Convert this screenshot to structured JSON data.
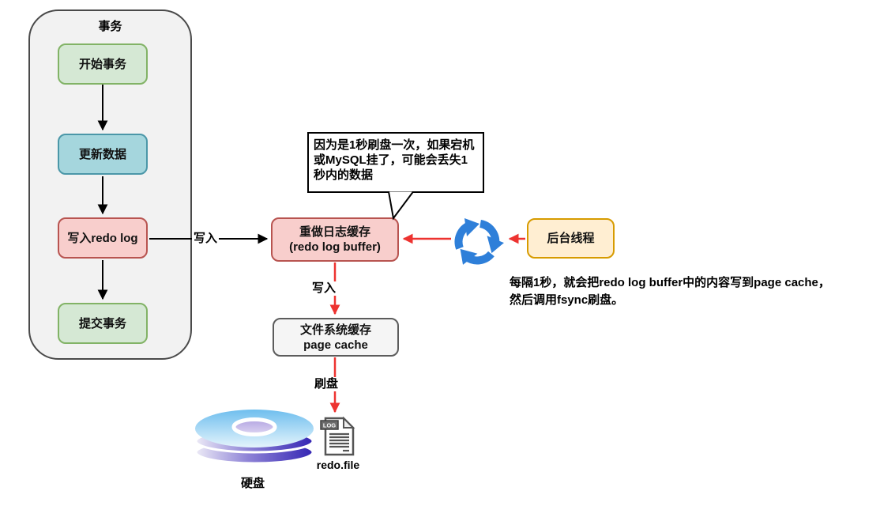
{
  "transaction": {
    "title": "事务",
    "steps": [
      {
        "label": "开始事务"
      },
      {
        "label": "更新数据"
      },
      {
        "label": "写入redo log"
      },
      {
        "label": "提交事务"
      }
    ]
  },
  "redo_buffer": {
    "line1": "重做日志缓存",
    "line2": "(redo log buffer)"
  },
  "page_cache": {
    "line1": "文件系统缓存",
    "line2": "page cache"
  },
  "background_thread": {
    "label": "后台线程"
  },
  "callout": {
    "lines": [
      "因为是1秒刷盘一次，如果宕机",
      "或MySQL挂了，可能会丢失1",
      "秒内的数据"
    ]
  },
  "note": {
    "lines": [
      "每隔1秒，就会把redo log buffer中的内容写到page cache，",
      "然后调用fsync刷盘。"
    ]
  },
  "edges": {
    "write_to_buffer": "写入",
    "write_to_page_cache": "写入",
    "flush": "刷盘"
  },
  "disk": {
    "label": "硬盘"
  },
  "file": {
    "badge": "LOG",
    "label": "redo.file"
  },
  "colors": {
    "green_fill": "#d5e8d4",
    "green_border": "#82b366",
    "cyan_fill": "#a5d6dd",
    "cyan_border": "#4b97a8",
    "pink_fill": "#f8cecc",
    "pink_border": "#b85450",
    "orange_fill": "#ffeed2",
    "orange_border": "#d79b00",
    "gray_fill": "#f5f5f5",
    "gray_border": "#5c5c5c",
    "container_fill": "#f2f2f2",
    "container_border": "#4a4a4a",
    "red_arrow": "#ed3330",
    "black_arrow": "#000000",
    "sync_blue": "#2e7fd9"
  }
}
